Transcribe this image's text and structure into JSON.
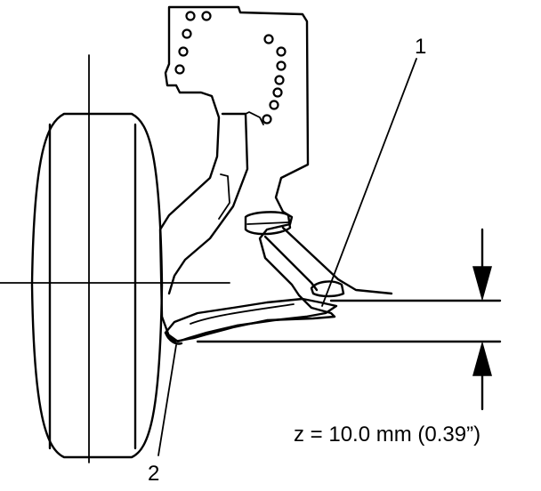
{
  "callouts": {
    "one": "1",
    "two": "2"
  },
  "measurement": {
    "text": "z = 10.0 mm (0.39”)"
  }
}
